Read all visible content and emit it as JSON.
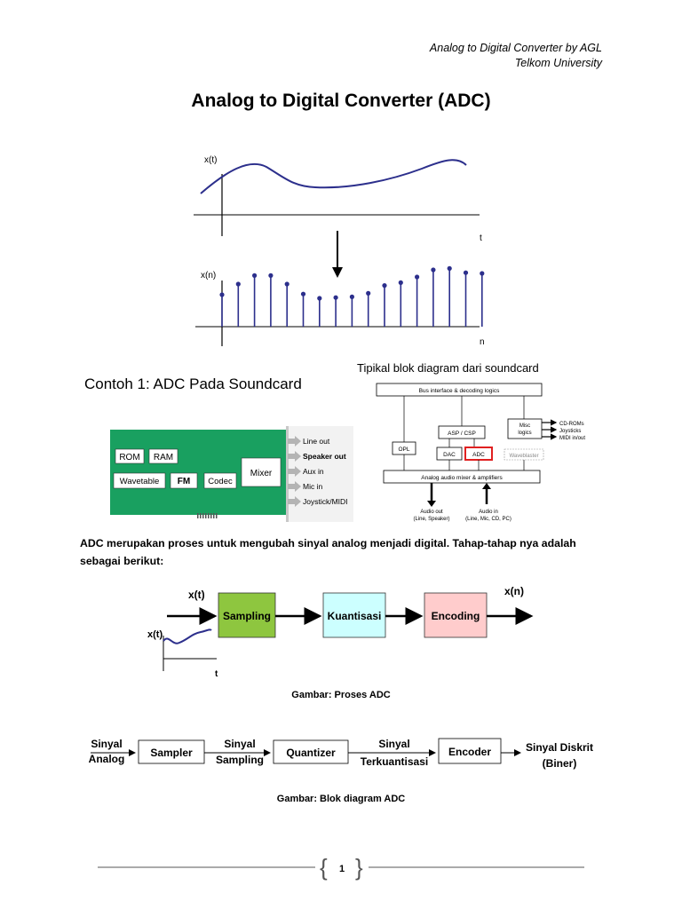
{
  "header": {
    "line1": "Analog to Digital Converter by AGL",
    "line2": "Telkom University"
  },
  "title": "Analog to Digital Converter (ADC)",
  "signal_plot": {
    "continuous_label": "x(t)",
    "continuous_axis": "t",
    "discrete_label": "x(n)",
    "discrete_axis": "n",
    "discrete_samples": [
      0.45,
      0.6,
      0.72,
      0.72,
      0.6,
      0.46,
      0.4,
      0.41,
      0.42,
      0.47,
      0.58,
      0.62,
      0.7,
      0.8,
      0.82,
      0.76,
      0.75
    ]
  },
  "example": {
    "heading": "Contoh 1: ADC Pada Soundcard",
    "card": {
      "chips": [
        "ROM",
        "RAM",
        "Wavetable",
        "FM",
        "Codec",
        "Mixer"
      ],
      "ports": [
        "Line out",
        "Speaker out",
        "Aux in",
        "Mic in",
        "Joystick/MIDI"
      ]
    }
  },
  "block_diagram": {
    "heading": "Tipikal blok diagram dari soundcard",
    "bus": "Bus interface & decoding logics",
    "opl": "OPL",
    "asp": "ASP / CSP",
    "dac": "DAC",
    "adc": "ADC",
    "misc": "Misc logics",
    "waveblaster": "Waveblaster",
    "mixer": "Analog audio mixer & amplifiers",
    "outputs": [
      "CD-ROMs",
      "Joysticks",
      "MIDI in/out"
    ],
    "audio_out": "Audio out",
    "audio_out_sub": "(Line, Speaker)",
    "audio_in": "Audio in",
    "audio_in_sub": "(Line, Mic, CD, PC)"
  },
  "paragraph": "ADC merupakan proses untuk mengubah sinyal analog menjadi digital. Tahap-tahap nya adalah sebagai berikut:",
  "process": {
    "input": "x(t)",
    "output": "x(n)",
    "blocks": [
      "Sampling",
      "Kuantisasi",
      "Encoding"
    ],
    "mini_label": "x(t)",
    "mini_axis": "t",
    "caption": "Gambar: Proses ADC"
  },
  "adc_blocks": {
    "in_label": [
      "Sinyal",
      "Analog"
    ],
    "sampler": "Sampler",
    "s1": [
      "Sinyal",
      "Sampling"
    ],
    "quantizer": "Quantizer",
    "s2": [
      "Sinyal",
      "Terkuantisasi"
    ],
    "encoder": "Encoder",
    "out_label": [
      "Sinyal Diskrit",
      "(Biner)"
    ],
    "caption": "Gambar: Blok diagram ADC"
  },
  "footer": {
    "page": "1"
  },
  "colors": {
    "curve": "#2c2f8c",
    "pcb": "#19a060",
    "sampling": "#8ec63f",
    "kuantisasi": "#ccffff",
    "encoding": "#ffcccc",
    "adc_highlight": "#e02020"
  }
}
